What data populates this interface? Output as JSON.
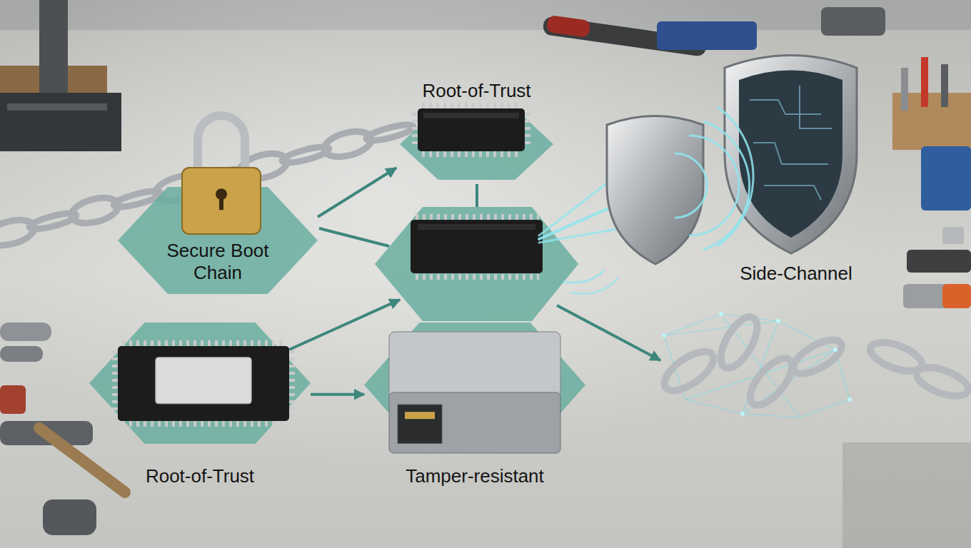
{
  "diagram": {
    "nodes": [
      {
        "text": [
          "Root-of-Trust"
        ]
      },
      {
        "text": [
          "Secure Boot Chain"
        ]
      },
      {
        "text": [
          "Root-of-Trust"
        ]
      },
      {
        "text": [
          "Tamper-resistant"
        ]
      }
    ],
    "edges": [
      {
        "from": 1,
        "to": 0,
        "arrow": "to"
      },
      {
        "from": 2,
        "to": 3,
        "arrow": "to"
      }
    ],
    "labels": [
      "Side-Channel"
    ]
  }
}
